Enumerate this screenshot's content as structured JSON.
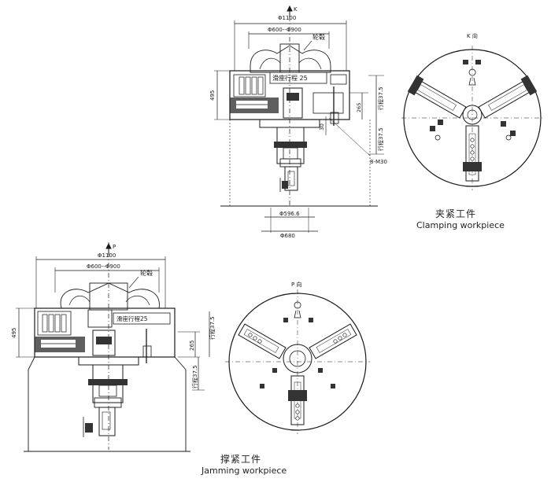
{
  "top": {
    "view_letter": "K",
    "dim_1100": "Φ1100",
    "dim_600_900": "Φ600--Φ900",
    "tire_label": "轮毂",
    "slide_stroke": "滑座行程 25",
    "dim_495": "495",
    "dim_265": "265",
    "dim_30": "30",
    "stroke_up": "行程37.5",
    "stroke_down": "行程37.5",
    "thread": "8-M30",
    "dim_596": "Φ596.6",
    "dim_680": "Φ680",
    "view_caption": "K 向",
    "caption_cn": "夹紧工件",
    "caption_en": "Clamping workpiece"
  },
  "bottom": {
    "view_letter": "P",
    "dim_1100": "Φ1100",
    "dim_600_900": "Φ600--Φ900",
    "tire_label": "轮毂",
    "slide_stroke": "滑座行程25",
    "dim_495": "495",
    "dim_265": "265",
    "stroke_up": "行程37.5",
    "stroke_down": "行程37.5",
    "view_caption": "P 向",
    "caption_cn": "撑紧工件",
    "caption_en": "Jamming workpiece"
  },
  "colors": {
    "line": "#1a1a1a",
    "hatch": "#444444",
    "paper": "#ffffff"
  }
}
